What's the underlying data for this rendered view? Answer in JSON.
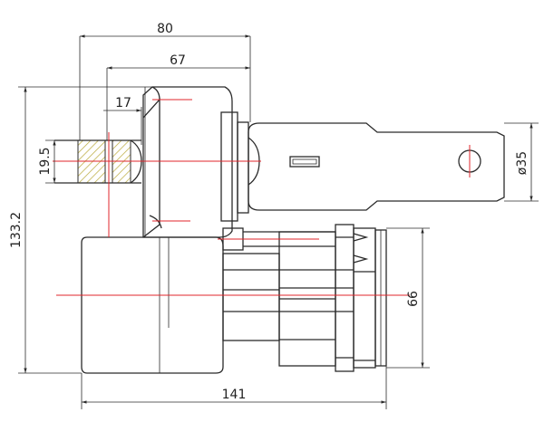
{
  "dimensions": {
    "width_80": "80",
    "width_67": "67",
    "width_17": "17",
    "height_19_5": "19.5",
    "height_133_2": "133.2",
    "diameter_35": "ø35",
    "height_66": "66",
    "width_141": "141"
  },
  "colors": {
    "line": "#2b2b2b",
    "centerline": "#e0252b",
    "hatch": "#c9b84a"
  }
}
